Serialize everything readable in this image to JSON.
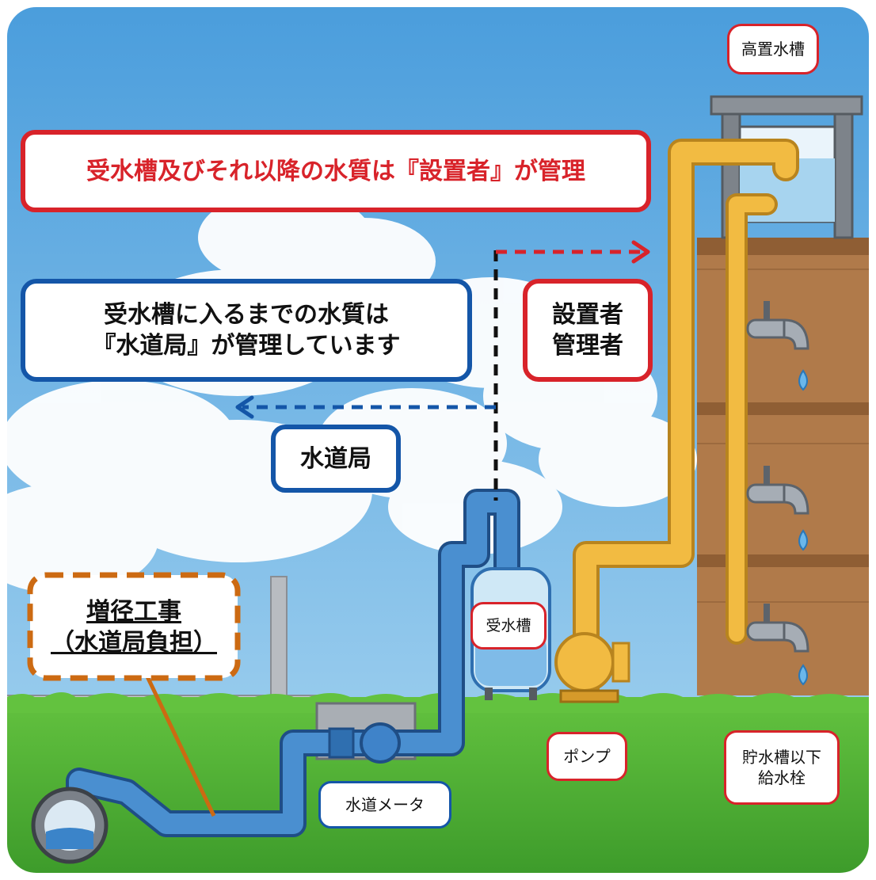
{
  "labels": {
    "header": "受水槽及びそれ以降の水質は『設置者』が管理",
    "waterworks_notice_line1": "受水槽に入るまでの水質は",
    "waterworks_notice_line2": "『水道局』が管理しています",
    "installer_line1": "設置者",
    "installer_line2": "管理者",
    "waterworks_bureau": "水道局",
    "expansion_line1": "増径工事",
    "expansion_line2": "（水道局負担）",
    "elevated_tank": "高置水槽",
    "receiving_tank": "受水槽",
    "pump": "ポンプ",
    "water_meter": "水道メータ",
    "faucets_line1": "貯水槽以下",
    "faucets_line2": "給水栓"
  },
  "colors": {
    "installer_red": "#d8232a",
    "waterworks_blue": "#1456a8",
    "expansion_orange": "#cc6a12",
    "sky": "#6fb4e6",
    "grass": "#58b53a",
    "blue_pipe": "#3f83c9",
    "yellow_pipe": "#efb63a",
    "wood": "#b07a4a"
  }
}
